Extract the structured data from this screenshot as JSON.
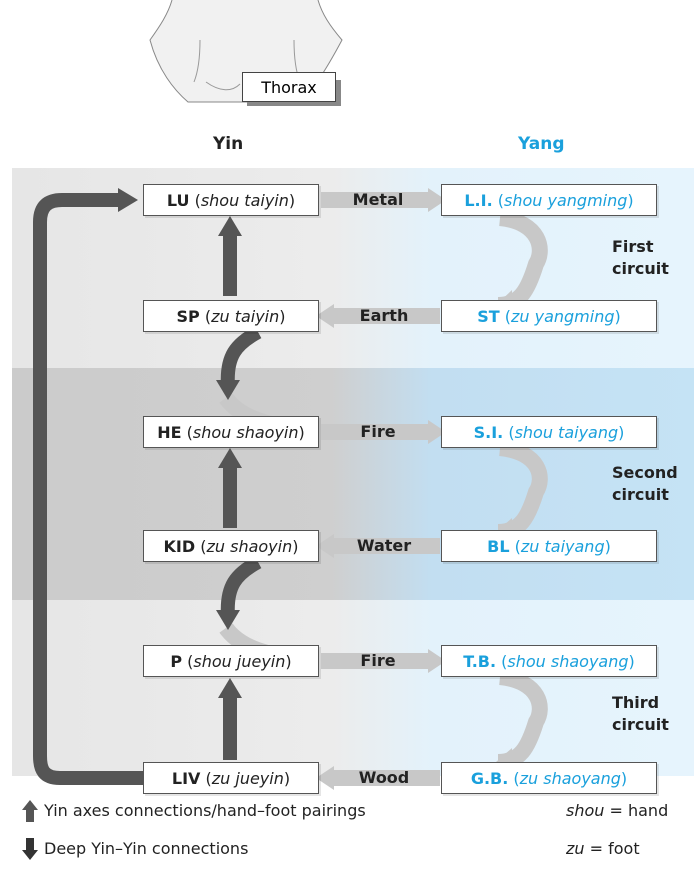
{
  "header": {
    "thorax": "Thorax",
    "yin": "Yin",
    "yang": "Yang"
  },
  "yin_organs": [
    {
      "abbr": "LU",
      "meridian": "shou taiyin"
    },
    {
      "abbr": "SP",
      "meridian": "zu taiyin"
    },
    {
      "abbr": "HE",
      "meridian": "shou shaoyin"
    },
    {
      "abbr": "KID",
      "meridian": "zu shaoyin"
    },
    {
      "abbr": "P",
      "meridian": "shou jueyin"
    },
    {
      "abbr": "LIV",
      "meridian": "zu jueyin"
    }
  ],
  "yang_organs": [
    {
      "abbr": "L.I.",
      "meridian": "shou yangming"
    },
    {
      "abbr": "ST",
      "meridian": "zu yangming"
    },
    {
      "abbr": "S.I.",
      "meridian": "shou taiyang"
    },
    {
      "abbr": "BL",
      "meridian": "zu taiyang"
    },
    {
      "abbr": "T.B.",
      "meridian": "shou shaoyang"
    },
    {
      "abbr": "G.B.",
      "meridian": "zu shaoyang"
    }
  ],
  "elements": [
    "Metal",
    "Earth",
    "Fire",
    "Water",
    "Fire",
    "Wood"
  ],
  "circuits": [
    {
      "line1": "First",
      "line2": "circuit"
    },
    {
      "line1": "Second",
      "line2": "circuit"
    },
    {
      "line1": "Third",
      "line2": "circuit"
    }
  ],
  "legend": {
    "up_arrow_label": "Yin axes connections/hand–foot pairings",
    "down_arrow_label": "Deep Yin–Yin connections",
    "shou_term": "shou",
    "shou_meaning": " = hand",
    "zu_term": "zu",
    "zu_meaning": " = foot"
  },
  "colors": {
    "yang_text": "#1aa0dc",
    "dark_arrow": "#555555",
    "light_arrow": "#c8c8c8"
  }
}
